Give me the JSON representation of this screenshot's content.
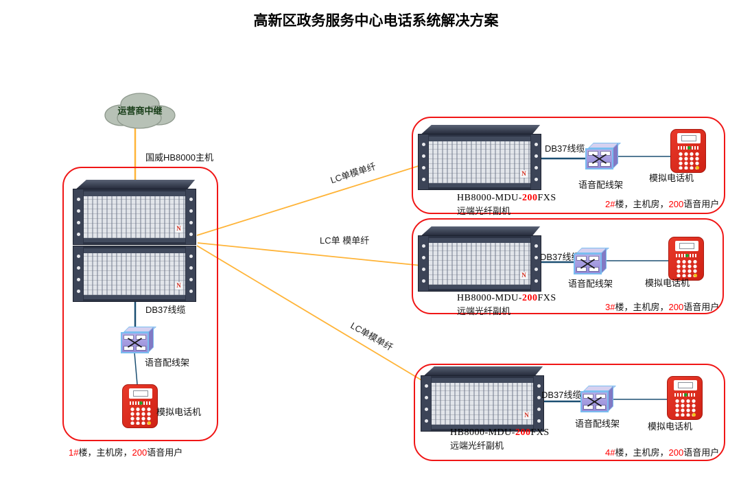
{
  "title": "高新区政务服务中心电话系统解决方案",
  "cloud": {
    "label": "运营商中继"
  },
  "brand_glyph": "N",
  "main_site": {
    "host_label": "国威HB8000主机",
    "db37_label": "DB37线缆",
    "mdf_label": "语音配线架",
    "phone_label": "模拟电话机",
    "site": {
      "building": "1#",
      "mid": "楼，主机房，",
      "count": "200",
      "suffix": "语音用户"
    }
  },
  "fiber_links": [
    {
      "label": "LC单模单纤"
    },
    {
      "label": "LC单 模单纤"
    },
    {
      "label": "LC单模单纤"
    }
  ],
  "remote_sites": [
    {
      "model": {
        "prefix": "HB8000-MDU-",
        "num": "200",
        "suffix": "FXS"
      },
      "type_label": "远端光纤副机",
      "db37_label": "DB37线缆",
      "mdf_label": "语音配线架",
      "phone_label": "模拟电话机",
      "site": {
        "building": "2#",
        "mid": "楼，主机房，",
        "count": "200",
        "suffix": "语音用户"
      }
    },
    {
      "model": {
        "prefix": "HB8000-MDU-",
        "num": "200",
        "suffix": "FXS"
      },
      "type_label": "远端光纤副机",
      "db37_label": "DB37线缆",
      "mdf_label": "语音配线架",
      "phone_label": "模拟电话机",
      "site": {
        "building": "3#",
        "mid": "楼，主机房，",
        "count": "200",
        "suffix": "语音用户"
      }
    },
    {
      "model": {
        "prefix": "HB8000-MDU-",
        "num": "200",
        "suffix": "FXS"
      },
      "type_label": "远端光纤副机",
      "db37_label": "DB37线缆",
      "mdf_label": "语音配线架",
      "phone_label": "模拟电话机",
      "site": {
        "building": "4#",
        "mid": "楼，主机房，",
        "count": "200",
        "suffix": "语音用户"
      }
    }
  ],
  "colors": {
    "group_border": "#f01616",
    "fiber_line": "#ffb438",
    "cable_line": "#1b4f72",
    "highlight_red": "#ff0000",
    "phone_red": "#d92818",
    "mdf_fill": "#a49ae0",
    "mdf_border": "#79bdf0",
    "chassis_dark": "#2c3344"
  }
}
